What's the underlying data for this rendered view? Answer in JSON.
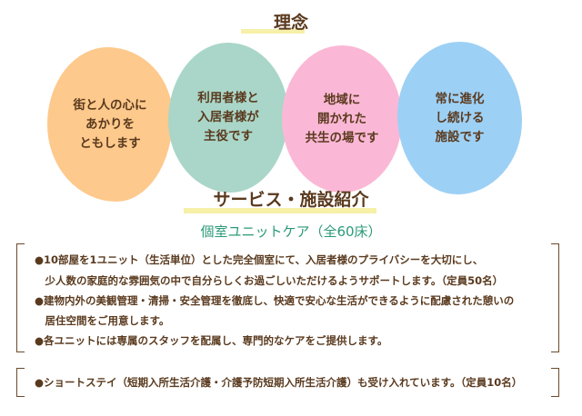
{
  "philosophy": {
    "title": "理念",
    "circles": [
      {
        "text": "街と人の心に\nあかりを\nともします",
        "color": "#fdc98c"
      },
      {
        "text": "利用者様と\n入居者様が\n主役です",
        "color": "#a9d6c8"
      },
      {
        "text": "地域に\n開かれた\n共生の場です",
        "color": "#fbb8d6"
      },
      {
        "text": "常に進化\nし続ける\n施設です",
        "color": "#9dd0f5"
      }
    ]
  },
  "services": {
    "title": "サービス・施設紹介",
    "subtitle": "個室ユニットケア（全60床）",
    "unit_care_lines": [
      "●10部屋を1ユニット（生活単位）とした完全個室にて、入居者様のプライバシーを大切にし、",
      "　少人数の家庭的な雰囲気の中で自分らしくお過ごしいただけるようサポートします。（定員50名）",
      "●建物内外の美観管理・清掃・安全管理を徹底し、快適で安心な生活ができるように配慮された憩いの",
      "　居住空間をご用意します。",
      "●各ユニットには専属のスタッフを配属し、専門的なケアをご提供します。"
    ],
    "short_stay": "●ショートステイ（短期入所生活介護・介護予防短期入所生活介護）も受け入れています。（定員10名）"
  },
  "colors": {
    "text": "#5a3a1e",
    "accent_green": "#2a9a78",
    "highlight": "#f6f0a8"
  }
}
